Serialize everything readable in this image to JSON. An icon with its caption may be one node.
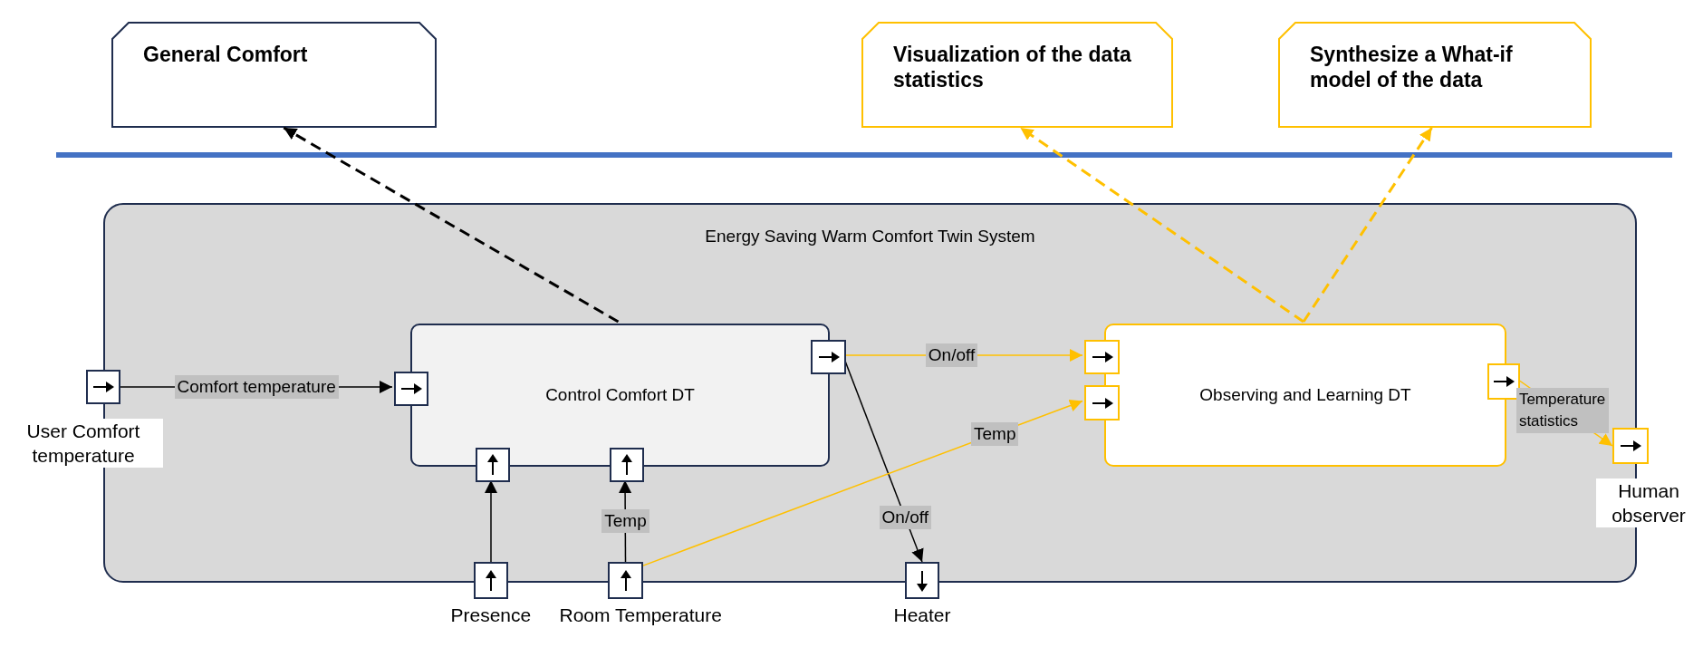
{
  "diagram": {
    "nodes": [
      {
        "text": [
          "General Comfort"
        ]
      },
      {
        "text": [
          "Visualization of the data statistics"
        ]
      },
      {
        "text": [
          "Synthesize a What-if model of the data"
        ]
      },
      {
        "text": [
          "Energy Saving Warm Comfort Twin System"
        ]
      },
      {
        "text": [
          "Control Comfort DT"
        ],
        "in": 3
      },
      {
        "text": [
          "Observing and Learning DT"
        ],
        "in": 3
      },
      {
        "text": [],
        "shape": "box",
        "beside": [
          "User Comfort temperature"
        ]
      },
      {
        "text": [],
        "shape": "box",
        "in": 3
      },
      {
        "text": [],
        "shape": "box",
        "in": 3
      },
      {
        "text": [],
        "shape": "box",
        "in": 3
      },
      {
        "text": [],
        "shape": "box",
        "in": 3
      },
      {
        "text": [],
        "shape": "box",
        "in": 3
      },
      {
        "text": [],
        "shape": "box",
        "in": 3
      },
      {
        "text": [],
        "shape": "box",
        "in": 3
      },
      {
        "text": [],
        "shape": "box",
        "beside": [
          "Presence"
        ]
      },
      {
        "text": [],
        "shape": "box",
        "beside": [
          "Room Temperature"
        ]
      },
      {
        "text": [],
        "shape": "box",
        "beside": [
          "Heater"
        ]
      },
      {
        "text": [],
        "shape": "box",
        "beside": [
          "Human observer"
        ]
      }
    ],
    "edges": [
      {
        "from": 4,
        "to": 0,
        "arrow": "to",
        "style": "dashed"
      },
      {
        "from": 5,
        "to": 1,
        "arrow": "to",
        "style": "dashed",
        "color": "#ffc000"
      },
      {
        "from": 5,
        "to": 2,
        "arrow": "to",
        "style": "dashed",
        "color": "#ffc000"
      },
      {
        "from": 6,
        "to": 7,
        "label": "Comfort temperature",
        "arrow": "to"
      },
      {
        "from": 8,
        "to": 11,
        "label": "On/off",
        "arrow": "to",
        "color": "#ffc000"
      },
      {
        "from": 8,
        "to": 16,
        "label": "On/off",
        "arrow": "to"
      },
      {
        "from": 14,
        "to": 9,
        "arrow": "to"
      },
      {
        "from": 15,
        "to": 10,
        "label": "Temp",
        "arrow": "to"
      },
      {
        "from": 15,
        "to": 12,
        "label": "Temp",
        "arrow": "to",
        "color": "#ffc000"
      },
      {
        "from": 13,
        "to": 17,
        "label": "Temperature statistics",
        "arrow": "to",
        "color": "#ffc000"
      }
    ]
  }
}
